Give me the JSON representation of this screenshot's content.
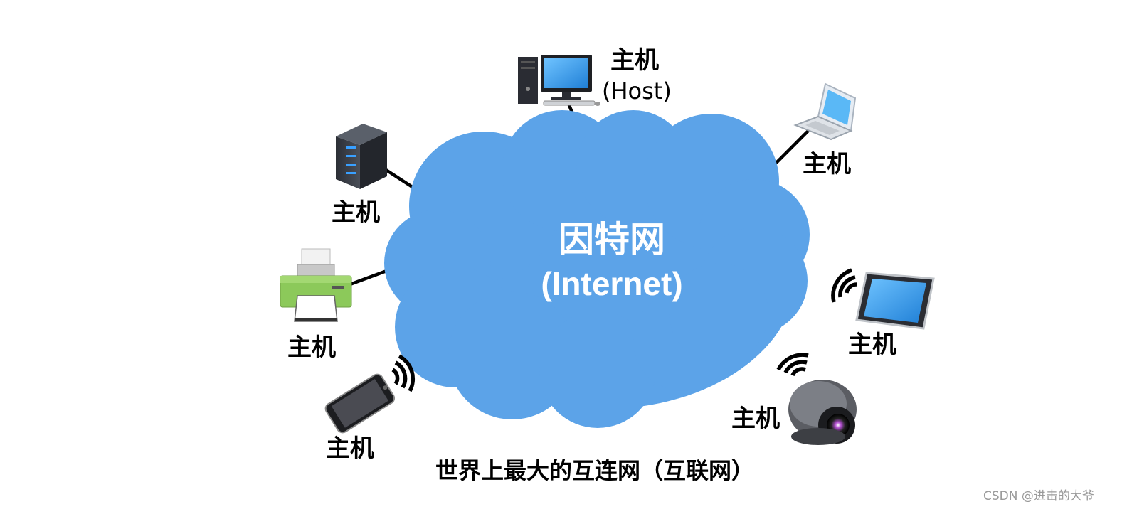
{
  "cloud": {
    "title": "因特网",
    "subtitle": "(Internet)",
    "color": "#5ca3e8"
  },
  "hosts": {
    "desktop": {
      "label": "主机",
      "sub": "(Host)"
    },
    "laptop": {
      "label": "主机"
    },
    "server": {
      "label": "主机"
    },
    "printer": {
      "label": "主机"
    },
    "phone": {
      "label": "主机"
    },
    "tablet": {
      "label": "主机"
    },
    "camera": {
      "label": "主机"
    }
  },
  "caption": "世界上最大的互连网（互联网）",
  "watermark": "CSDN @进击的大爷",
  "colors": {
    "link_line": "#000000",
    "printer_body": "#8cc95a",
    "screen_blue": "#2b8fe6"
  }
}
